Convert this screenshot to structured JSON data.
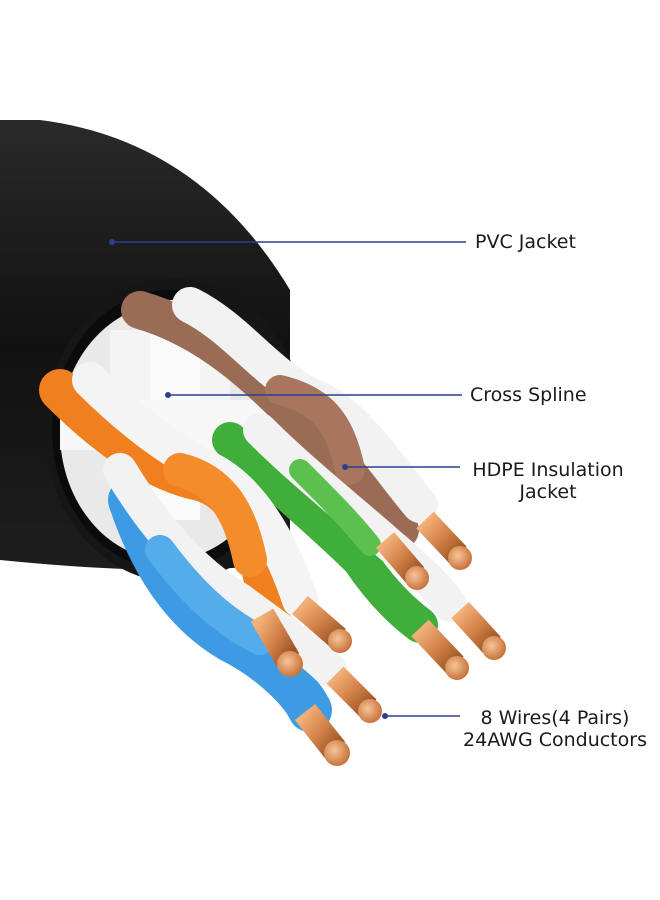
{
  "callouts": {
    "pvc_jacket": {
      "label": "PVC Jacket"
    },
    "cross_spline": {
      "label": "Cross Spline"
    },
    "hdpe_insulation": {
      "line1": "HDPE Insulation",
      "line2": "Jacket"
    },
    "wires": {
      "line1": "8 Wires(4 Pairs)",
      "line2": "24AWG Conductors"
    }
  },
  "colors": {
    "jacket": "#151515",
    "leader_line": "#2b3f8f",
    "copper": "#d4834a",
    "orange_wire": "#f07f1f",
    "blue_wire": "#3d9be3",
    "brown_wire": "#9a6b55",
    "green_wire": "#3fae3a",
    "white_wire": "#f2f2f2"
  }
}
